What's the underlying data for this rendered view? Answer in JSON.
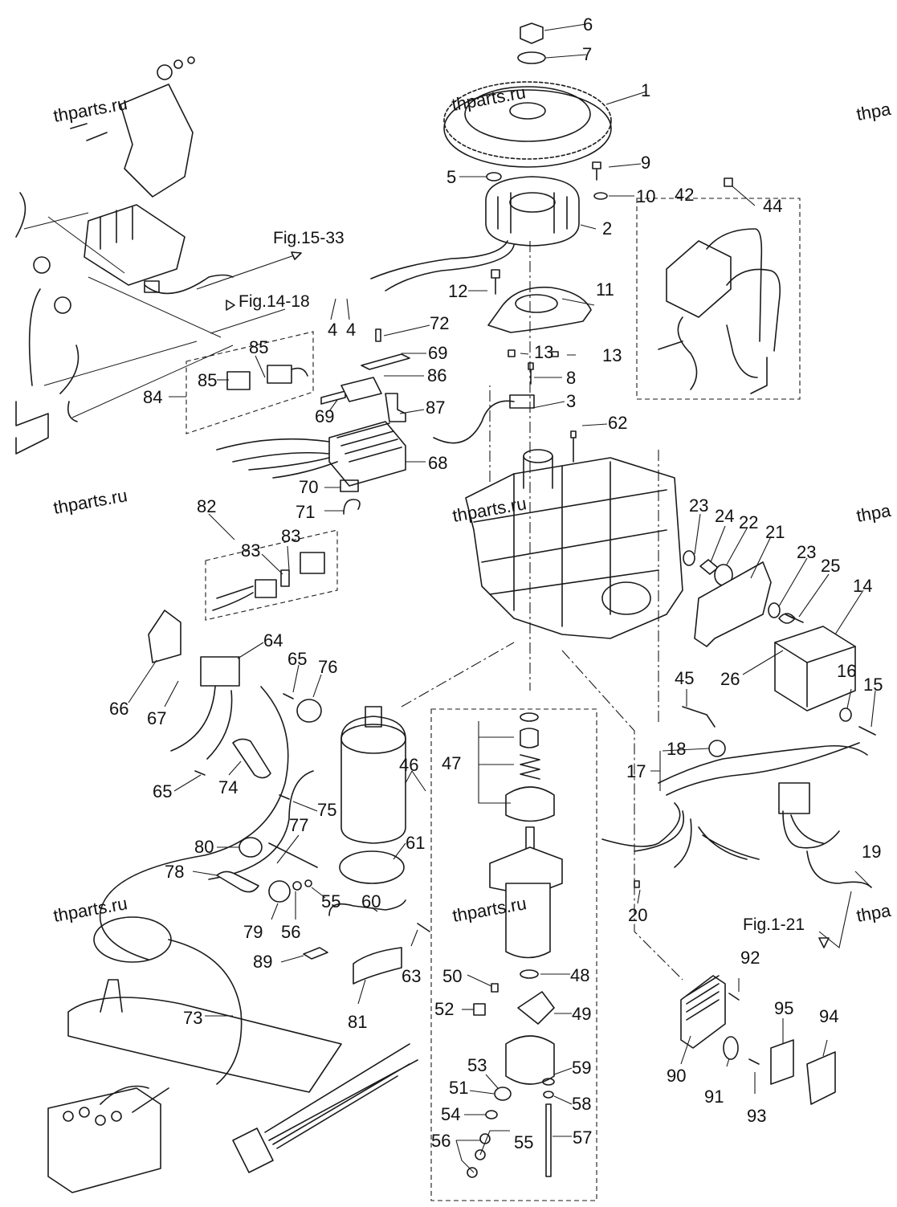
{
  "watermark": "thparts.ru",
  "figure_refs": {
    "fig_15_33": "Fig.15-33",
    "fig_14_18": "Fig.14-18",
    "fig_1_21": "Fig.1-21"
  },
  "watermarks": [
    {
      "text": "thparts.ru"
    },
    {
      "text": "thparts.ru"
    },
    {
      "text": "thparts.ru"
    },
    {
      "text": "thparts.ru"
    },
    {
      "text": "thparts.ru"
    },
    {
      "text": "thparts.ru"
    },
    {
      "text": "thpa"
    },
    {
      "text": "thpa"
    },
    {
      "text": "thpa"
    }
  ],
  "callouts": [
    "6",
    "7",
    "1",
    "9",
    "5",
    "10",
    "2",
    "42",
    "44",
    "12",
    "11",
    "4",
    "4",
    "72",
    "13",
    "13",
    "69",
    "8",
    "86",
    "3",
    "87",
    "69",
    "84",
    "85",
    "85",
    "68",
    "62",
    "70",
    "71",
    "82",
    "83",
    "83",
    "23",
    "24",
    "22",
    "21",
    "23",
    "25",
    "14",
    "66",
    "67",
    "64",
    "65",
    "76",
    "65",
    "74",
    "75",
    "46",
    "47",
    "45",
    "16",
    "15",
    "18",
    "17",
    "80",
    "77",
    "61",
    "78",
    "55",
    "79",
    "56",
    "60",
    "63",
    "89",
    "73",
    "81",
    "26",
    "20",
    "19",
    "50",
    "48",
    "52",
    "49",
    "92",
    "95",
    "94",
    "53",
    "59",
    "51",
    "58",
    "54",
    "90",
    "91",
    "93",
    "56",
    "55",
    "57"
  ],
  "colors": {
    "line": "#1a1a1a",
    "background": "#ffffff"
  }
}
